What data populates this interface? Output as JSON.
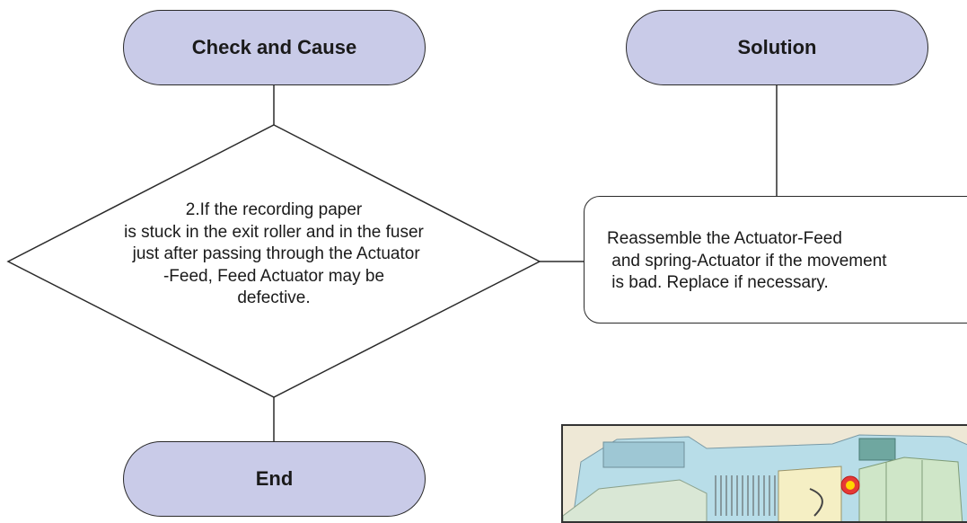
{
  "flowchart": {
    "header_left": "Check and Cause",
    "header_right": "Solution",
    "decision_lines": [
      "2.If the recording paper",
      "is stuck in the exit roller and in the fuser",
      " just after passing through the Actuator",
      "-Feed, Feed Actuator may be",
      "defective."
    ],
    "solution_lines": [
      "Reassemble the Actuator-Feed",
      " and spring-Actuator if the movement",
      " is bad. Replace if necessary."
    ],
    "end_label": "End"
  },
  "colors": {
    "pill_fill": "#c9cbe8",
    "stroke": "#2a2a2a",
    "marker_outer": "#e53935",
    "marker_inner": "#ffd600"
  },
  "photo": {
    "icon": "printer-actuator-photo"
  }
}
